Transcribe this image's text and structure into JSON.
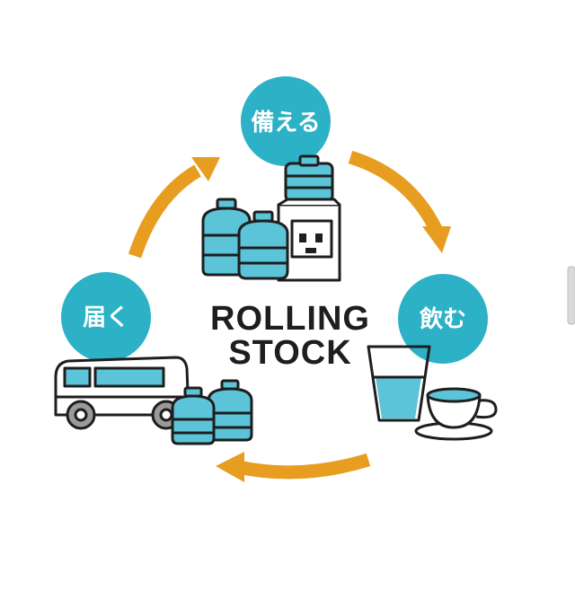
{
  "center": {
    "line1": "ROLLING",
    "line2": "STOCK"
  },
  "steps": [
    {
      "label": "備える"
    },
    {
      "label": "飲む"
    },
    {
      "label": "届く"
    }
  ],
  "colors": {
    "accent": "#2cb1c6",
    "arrow": "#e79d1f",
    "water": "#5cc4d8",
    "outline": "#1e1e1e"
  },
  "icons": [
    "water-server-icon",
    "water-bottle-icon",
    "glass-icon",
    "coffee-cup-icon",
    "delivery-van-icon"
  ]
}
